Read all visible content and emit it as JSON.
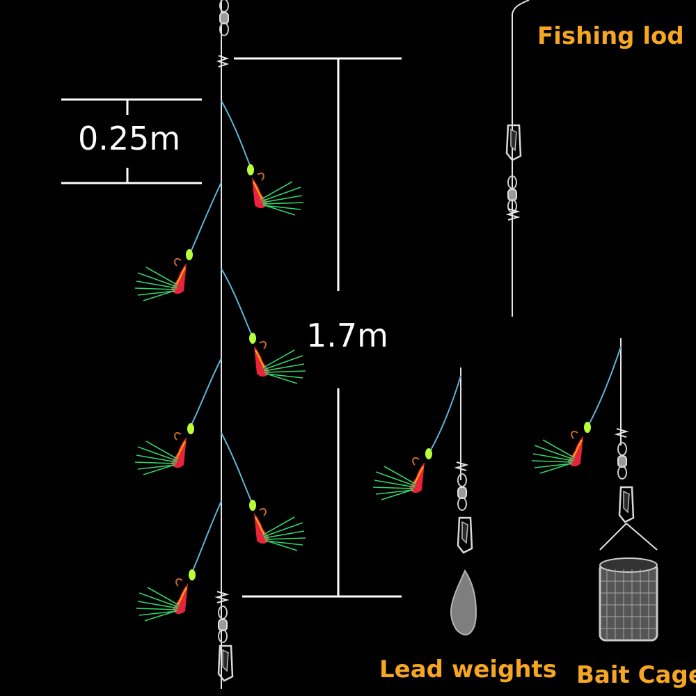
{
  "labels": {
    "fishing_rod": "Fishing lod",
    "lead_weights": "Lead weights",
    "bait_cage": "Bait Cage",
    "spacing": "0.25m",
    "total_length": "1.7m"
  },
  "colors": {
    "background": "#000000",
    "label_orange": "#f5a623",
    "dimension_white": "#ffffff",
    "lure_red": "#e8233a",
    "lure_green": "#35d66a",
    "bead_glow": "#b8ff3a",
    "line_blue": "#5fb6d9",
    "metal_gray": "#c9c9c9"
  }
}
